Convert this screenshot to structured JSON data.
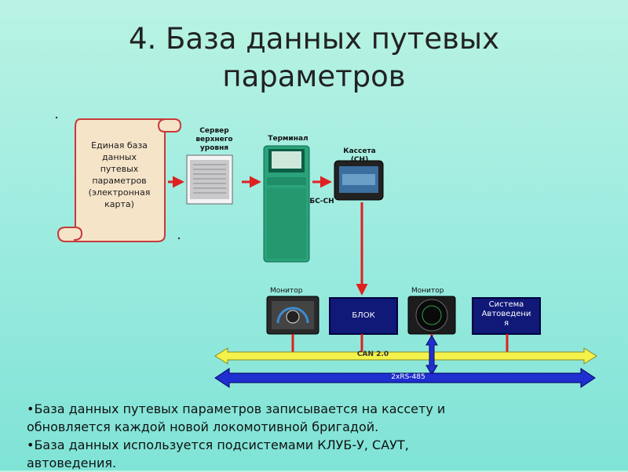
{
  "title": {
    "line1": "4. База данных путевых",
    "line2": "параметров"
  },
  "diagram": {
    "scroll": {
      "line1": "Единая база",
      "line2": "данных",
      "line3": "путевых",
      "line4": "параметров",
      "line5": "(электронная",
      "line6": "карта)"
    },
    "server": {
      "line1": "Сервер",
      "line2": "верхнего",
      "line3": "уровня"
    },
    "terminal": "Терминал",
    "cassette": {
      "line1": "Кассета",
      "line2": "(СН)"
    },
    "bs_label": "БС-СН",
    "monitor_left": "Монитор",
    "monitor_right": "Монитор",
    "block": "БЛОК",
    "system": {
      "line1": "Система",
      "line2": "Автоведени",
      "line3": "я"
    },
    "bus_can": "CAN 2.0",
    "bus_rs": "2xRS-485"
  },
  "bullets": {
    "b1_line1": "•База данных путевых параметров записывается на кассету и",
    "b1_line2": "обновляется каждой новой локомотивной бригадой.",
    "b2_line1": "•База данных используется подсистемами КЛУБ-У, САУТ,",
    "b2_line2": "автоведения."
  },
  "colors": {
    "arrow_red": "#e02020",
    "bus_yellow": "#f4f24a",
    "bus_blue": "#1f2fd0",
    "box_navy": "#101878",
    "terminal_green": "#2aa37a"
  }
}
